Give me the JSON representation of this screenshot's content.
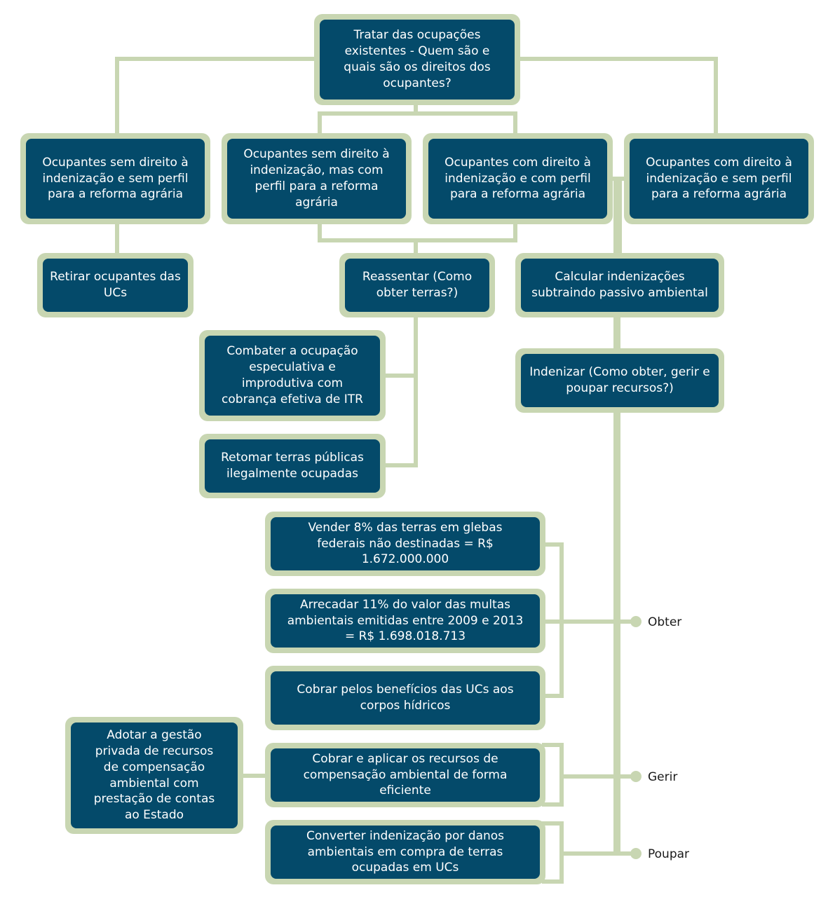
{
  "colors": {
    "box_fill": "#044a6a",
    "box_border": "#c8d6b2",
    "connector": "#c8d6b2",
    "text": "#ffffff"
  },
  "root": "Tratar das ocupações existentes - Quem são e quais são os direitos dos ocupantes?",
  "categories": {
    "c1": "Ocupantes sem direito à indenização e sem perfil para a reforma agrária",
    "c2": "Ocupantes sem direito à indenização, mas com perfil para a reforma agrária",
    "c3": "Ocupantes com direito à indenização e com perfil para a reforma agrária",
    "c4": "Ocupantes com direito à indenização e sem perfil para a reforma agrária"
  },
  "actions": {
    "retirar": "Retirar ocupantes das UCs",
    "reassentar": "Reassentar (Como obter terras?)",
    "calcular": "Calcular indenizações subtraindo passivo ambiental",
    "combater": "Combater a ocupação especulativa e improdutiva com cobrança efetiva de ITR",
    "retomar": "Retomar terras públicas ilegalmente ocupadas",
    "indenizar": "Indenizar (Como obter, gerir e poupar recursos?)",
    "vender": "Vender 8% das terras em glebas federais não destinadas = R$ 1.672.000.000",
    "arrecadar": "Arrecadar 11% do valor das multas ambientais emitidas entre 2009 e 2013 = R$ 1.698.018.713",
    "cobrar_beneficios": "Cobrar pelos benefícios das UCs aos corpos hídricos",
    "adotar": "Adotar a gestão privada de recursos de compensação ambiental com prestação de contas ao Estado",
    "cobrar_aplicar": "Cobrar e aplicar os recursos de compensação ambiental de forma eficiente",
    "converter": "Converter indenização por danos ambientais em compra de terras ocupadas em UCs"
  },
  "labels": {
    "obter": "Obter",
    "gerir": "Gerir",
    "poupar": "Poupar"
  }
}
